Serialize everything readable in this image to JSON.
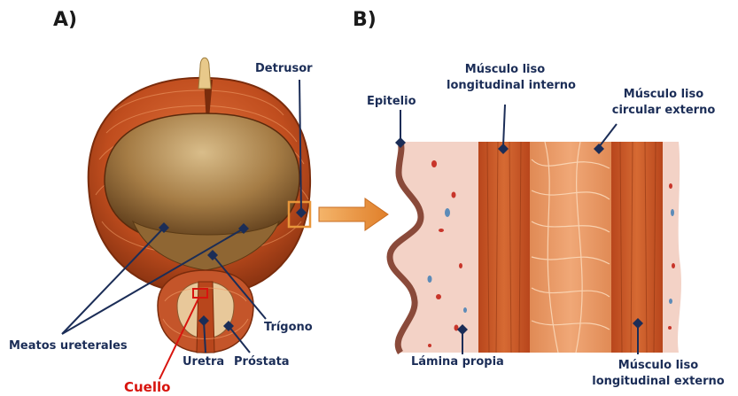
{
  "panels": {
    "a": "A)",
    "b": "B)"
  },
  "labels_a": {
    "detrusor": "Detrusor",
    "meatos": "Meatos ureterales",
    "trigono": "Trígono",
    "uretra": "Uretra",
    "prostata": "Próstata",
    "cuello": "Cuello"
  },
  "labels_b": {
    "epitelio": "Epitelio",
    "musculo_interno_l1": "Músculo liso",
    "musculo_interno_l2": "longitudinal interno",
    "musculo_circular_l1": "Músculo liso",
    "musculo_circular_l2": "circular externo",
    "lamina_propia": "Lámina propia",
    "musculo_externo_l1": "Músculo liso",
    "musculo_externo_l2": "longitudinal externo"
  },
  "colors": {
    "label_text": "#1b2d57",
    "pointer": "#1b2d57",
    "highlight": "#d8140e",
    "arrow": "#e8963a",
    "muscle": "#c8582a",
    "mucosa": "#f3d2c6"
  }
}
